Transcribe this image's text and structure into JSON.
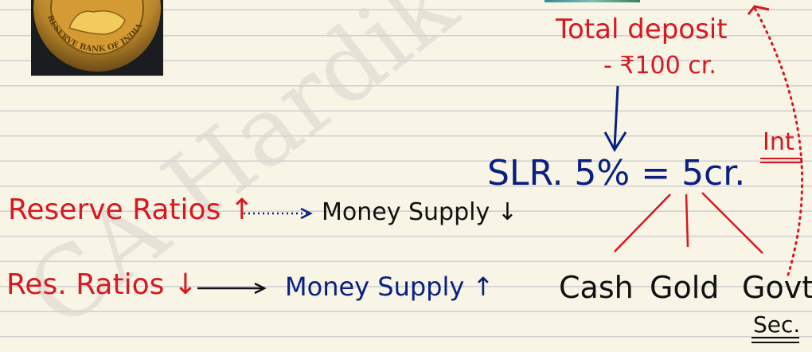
{
  "watermark": "CA Hardik Ma",
  "seal": {
    "text": "RESERVE BANK OF INDIA"
  },
  "deposit": {
    "line1": "Total deposit",
    "line2": "- ₹100 cr."
  },
  "slr": {
    "equation": "SLR. 5% = 5cr."
  },
  "intr": "Int",
  "reserve_up": {
    "label": "Reserve Ratios ↑",
    "result": "Money Supply ↓"
  },
  "reserve_down": {
    "label": "Res. Ratios ↓",
    "result": "Money Supply ↑"
  },
  "slr_components": [
    "Cash",
    "Gold",
    "Govt",
    "Sec."
  ],
  "colors": {
    "red": "#d7191f",
    "blue": "#0a2080",
    "black": "#111111",
    "paper": "#f8f4e6"
  }
}
